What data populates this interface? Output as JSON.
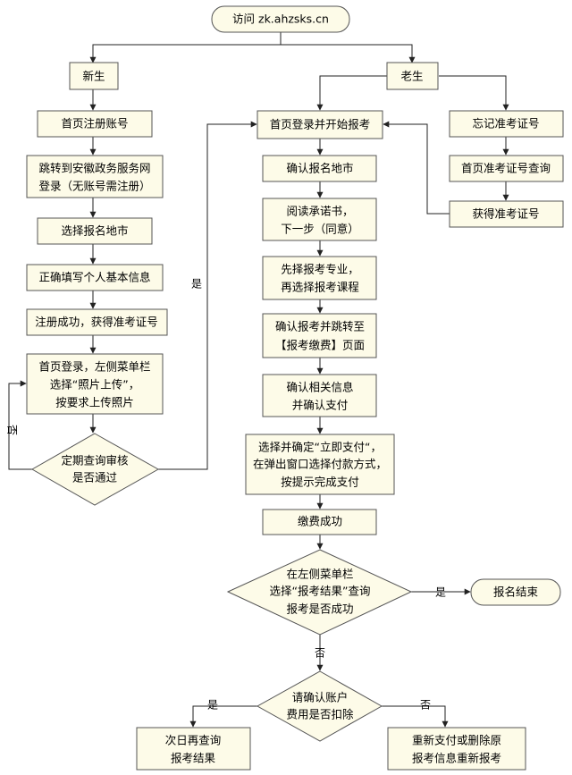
{
  "nodes": {
    "start": "访问 zk.ahzsks.cn",
    "new_student": "新生",
    "old_student": "老生",
    "register": "首页注册账号",
    "jump_1": "跳转到安徽政务服务网",
    "jump_2": "登录（无账号需注册）",
    "select_city_left": "选择报名地市",
    "fill_info": "正确填写个人基本信息",
    "reg_success": "注册成功，获得准考证号",
    "upload_1": "首页登录，左侧菜单栏",
    "upload_2": "选择“照片上传”，",
    "upload_3": "按要求上传照片",
    "review_1": "定期查询审核",
    "review_2": "是否通过",
    "login_start": "首页登录并开始报考",
    "confirm_city": "确认报名地市",
    "read_1": "阅读承诺书，",
    "read_2": "下一步（同意）",
    "choose_1": "先择报考专业，",
    "choose_2": "再选择报考课程",
    "confirm_pay_1": "确认报考并跳转至",
    "confirm_pay_2": "【报考缴费】页面",
    "confirm_info_1": "确认相关信息",
    "confirm_info_2": "并确认支付",
    "pay_1": "选择并确定“立即支付“，",
    "pay_2": "在弹出窗口选择付款方式，",
    "pay_3": "按提示完成支付",
    "pay_success": "缴费成功",
    "check_1": "在左侧菜单栏",
    "check_2": "选择“报考结果”查询",
    "check_3": "报考是否成功",
    "end": "报名结束",
    "deduct_1": "请确认账户",
    "deduct_2": "费用是否扣除",
    "retry_1": "次日再查询",
    "retry_2": "报考结果",
    "repay_1": "重新支付或删除原",
    "repay_2": "报考信息重新报考",
    "forgot": "忘记准考证号",
    "query_id": "首页准考证号查询",
    "get_id": "获得准考证号"
  },
  "edge_labels": {
    "yes_review": "是",
    "no_review": "否",
    "yes_check": "是",
    "no_check": "否",
    "yes_deduct": "是",
    "no_deduct": "否"
  }
}
